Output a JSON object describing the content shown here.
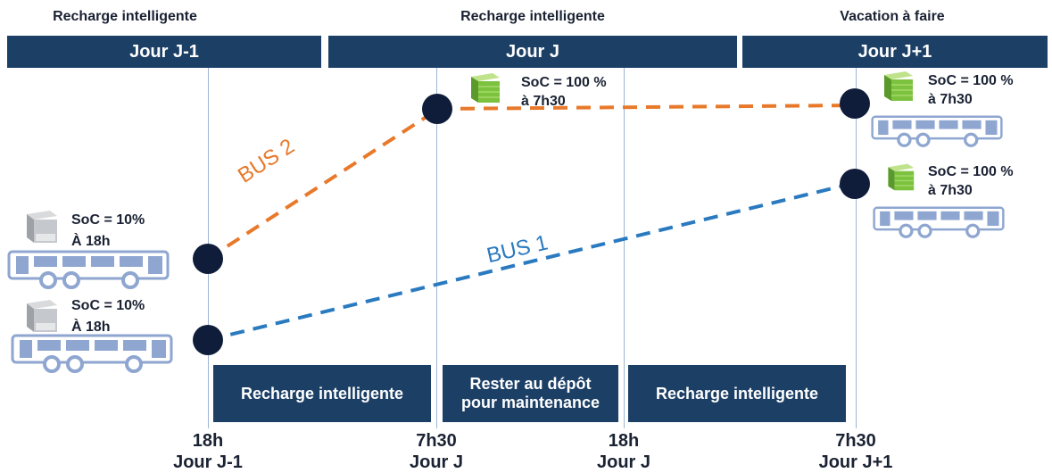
{
  "columns": [
    {
      "caption": "Recharge intelligente",
      "day": "Jour J-1"
    },
    {
      "caption": "Recharge intelligente",
      "day": "Jour J"
    },
    {
      "caption": "Vacation à faire",
      "day": "Jour J+1"
    }
  ],
  "buses": [
    {
      "label": "BUS 2",
      "color": "#e8792a",
      "start": {
        "soc": "SoC = 10%",
        "time": "À 18h"
      },
      "end": {
        "soc": "SoC = 100 %",
        "time": "à 7h30"
      },
      "mid": {
        "soc": "SoC = 100 %",
        "time": "à 7h30"
      }
    },
    {
      "label": "BUS 1",
      "color": "#2a7ac0",
      "start": {
        "soc": "SoC = 10%",
        "time": "À 18h"
      },
      "end": {
        "soc": "SoC = 100 %",
        "time": "à 7h30"
      }
    }
  ],
  "activities": [
    {
      "label": "Recharge intelligente"
    },
    {
      "label": "Rester au dépôt pour maintenance"
    },
    {
      "label": "Recharge intelligente"
    }
  ],
  "timeline": [
    {
      "time": "18h",
      "day": "Jour J-1"
    },
    {
      "time": "7h30",
      "day": "Jour J"
    },
    {
      "time": "18h",
      "day": "Jour J"
    },
    {
      "time": "7h30",
      "day": "Jour J+1"
    }
  ],
  "colors": {
    "header": "#1c3f66",
    "node": "#0f1d3a",
    "bus_icon": "#8ea6d0",
    "battery_full": "#7cc23f",
    "battery_low": "#b9bcc0"
  }
}
